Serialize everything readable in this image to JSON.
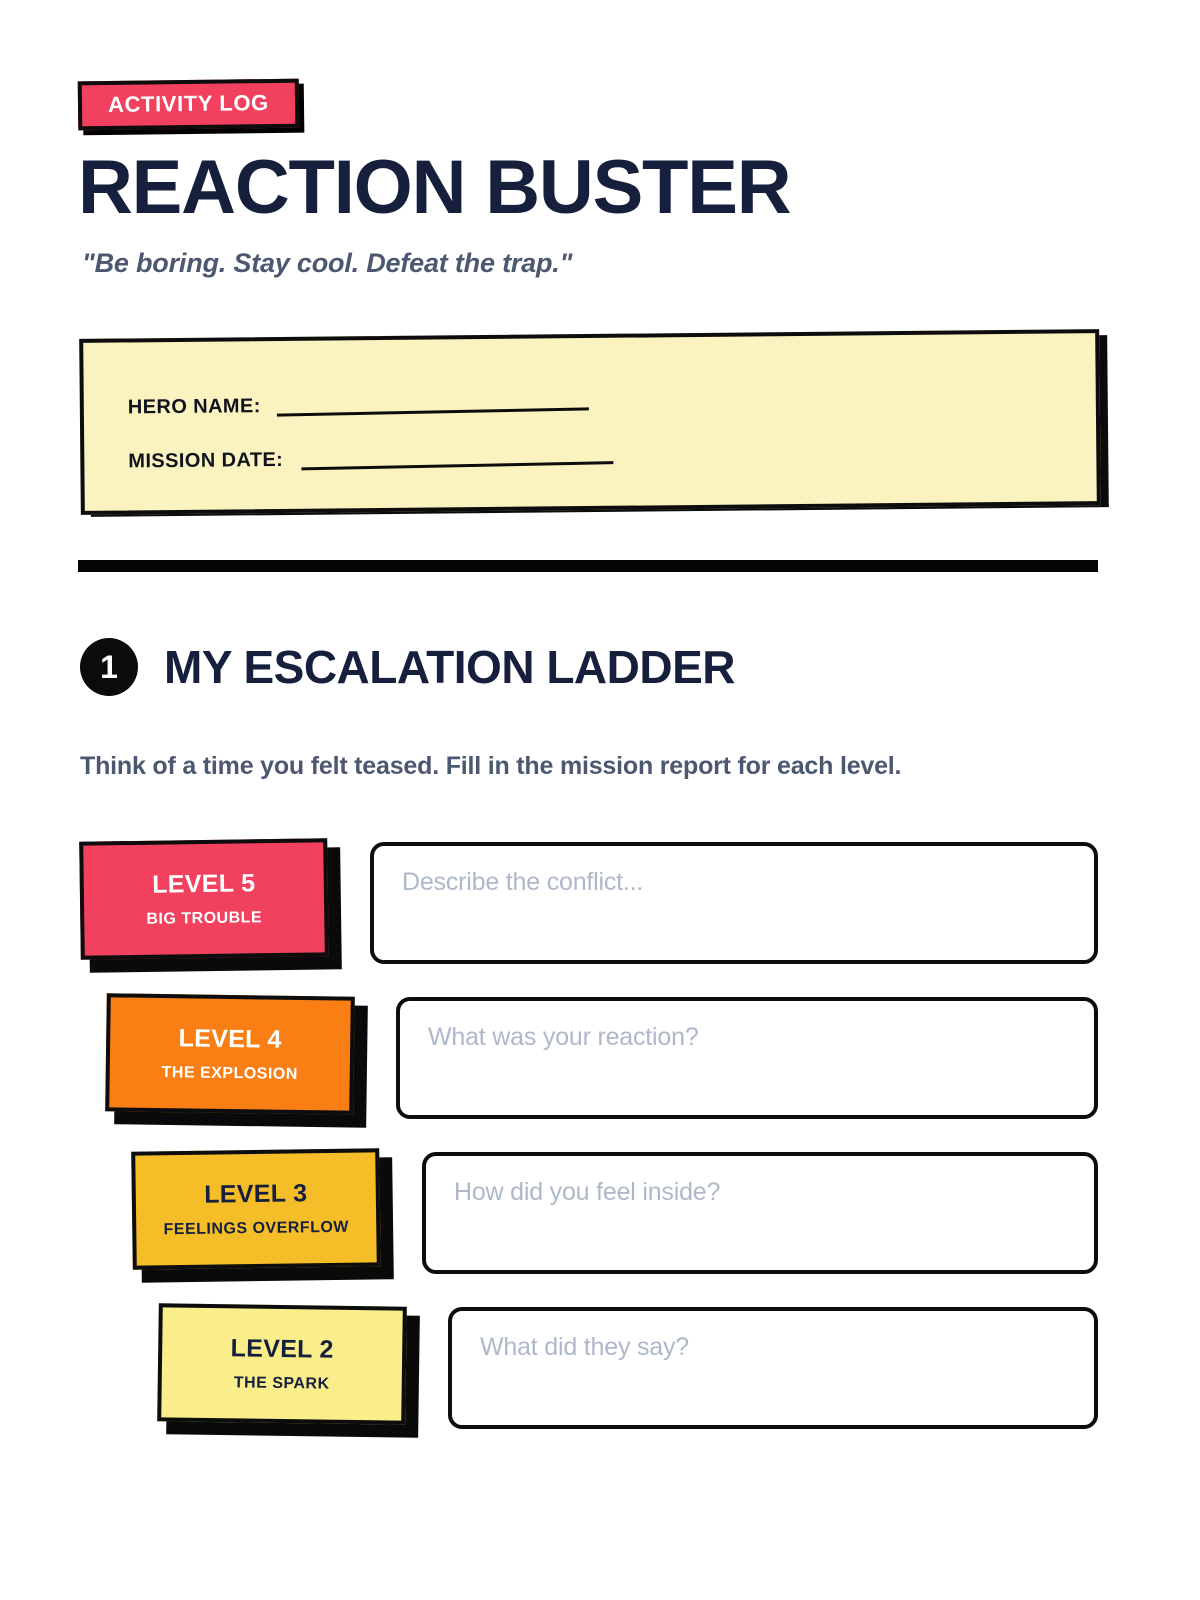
{
  "header": {
    "badge_label": "ACTIVITY LOG",
    "title": "REACTION BUSTER",
    "tagline": "\"Be boring. Stay cool. Defeat the trap.\""
  },
  "info_card": {
    "fields": [
      {
        "label": "HERO NAME:",
        "value": ""
      },
      {
        "label": "MISSION DATE:",
        "value": ""
      }
    ]
  },
  "section": {
    "number": "1",
    "title": "MY ESCALATION LADDER",
    "instruction": "Think of a time you felt teased. Fill in the mission report for each level."
  },
  "ladder": {
    "rows": [
      {
        "level_label": "LEVEL 5",
        "level_subtitle": "BIG TROUBLE",
        "color": "#F2405F",
        "text_color": "#ffffff",
        "placeholder": "Describe the conflict...",
        "value": "",
        "indent": 0
      },
      {
        "level_label": "LEVEL 4",
        "level_subtitle": "THE EXPLOSION",
        "color": "#F97F14",
        "text_color": "#ffffff",
        "placeholder": "What was your reaction?",
        "value": "",
        "indent": 1
      },
      {
        "level_label": "LEVEL 3",
        "level_subtitle": "FEELINGS OVERFLOW",
        "color": "#F5BE29",
        "text_color": "#16203c",
        "placeholder": "How did you feel inside?",
        "value": "",
        "indent": 2
      },
      {
        "level_label": "LEVEL 2",
        "level_subtitle": "THE SPARK",
        "color": "#FAEE8A",
        "text_color": "#16203c",
        "placeholder": "What did they say?",
        "value": "",
        "indent": 3
      }
    ]
  },
  "theme": {
    "accent_pink": "#F2405F",
    "accent_orange": "#F97F14",
    "accent_amber": "#F5BE29",
    "accent_yellow": "#FAEE8A",
    "card_cream": "#FAF3C0",
    "ink": "#16203c",
    "muted": "#4c5870",
    "placeholder": "#AEB8CA",
    "outline": "#0d0d0d"
  }
}
